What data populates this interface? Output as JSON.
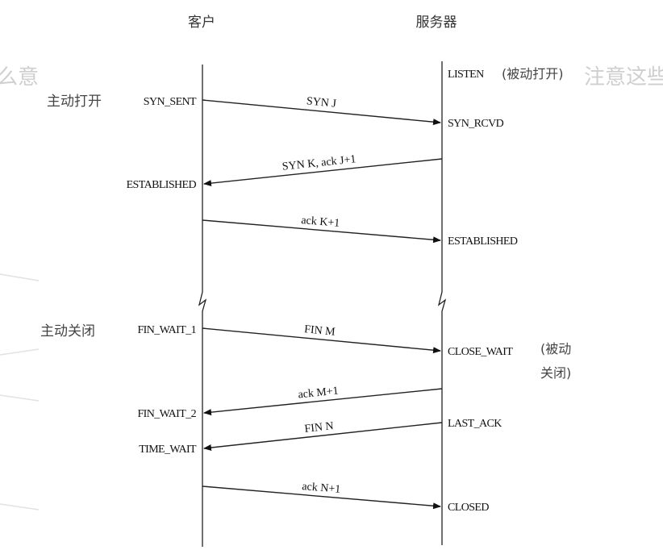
{
  "headers": {
    "client": "客户",
    "server": "服务器"
  },
  "background_text": {
    "left": "么意",
    "right": "注意这些"
  },
  "client_notes": {
    "active_open": "主动打开",
    "active_close": "主动关闭"
  },
  "server_notes": {
    "passive_open": "(被动打开)",
    "passive_close_1": "(被动",
    "passive_close_2": "关闭)"
  },
  "client_states": {
    "syn_sent": "SYN_SENT",
    "established": "ESTABLISHED",
    "fin_wait_1": "FIN_WAIT_1",
    "fin_wait_2": "FIN_WAIT_2",
    "time_wait": "TIME_WAIT"
  },
  "server_states": {
    "listen": "LISTEN",
    "syn_rcvd": "SYN_RCVD",
    "established": "ESTABLISHED",
    "close_wait": "CLOSE_WAIT",
    "last_ack": "LAST_ACK",
    "closed": "CLOSED"
  },
  "messages": [
    {
      "text": "SYN J",
      "direction": "client-to-server"
    },
    {
      "text": "SYN K, ack J+1",
      "direction": "server-to-client"
    },
    {
      "text": "ack K+1",
      "direction": "client-to-server"
    },
    {
      "text": "FIN M",
      "direction": "client-to-server"
    },
    {
      "text": "ack M+1",
      "direction": "server-to-client"
    },
    {
      "text": "FIN N",
      "direction": "server-to-client"
    },
    {
      "text": "ack N+1",
      "direction": "client-to-server"
    }
  ]
}
